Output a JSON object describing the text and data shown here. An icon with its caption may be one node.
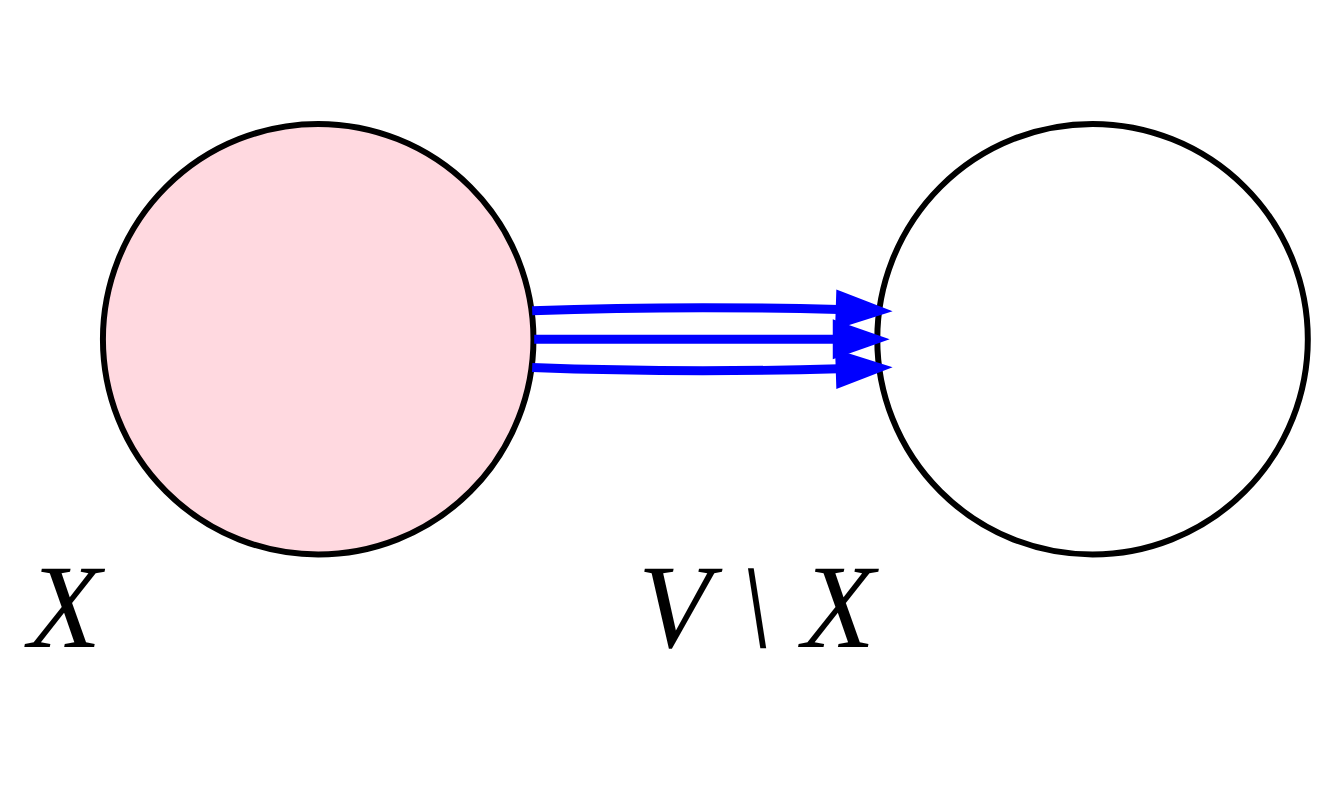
{
  "diagram": {
    "nodes": [
      {
        "text": [],
        "shape": "circle",
        "beside": [
          "X"
        ]
      },
      {
        "text": [],
        "shape": "circle",
        "beside": [
          "V \\ X"
        ]
      }
    ],
    "edges": [
      {
        "from": 0,
        "to": 1,
        "arrow": "to",
        "color": "#0000ff"
      },
      {
        "from": 0,
        "to": 1,
        "arrow": "to",
        "color": "#0000ff"
      },
      {
        "from": 0,
        "to": 1,
        "arrow": "to",
        "color": "#0000ff"
      }
    ]
  }
}
